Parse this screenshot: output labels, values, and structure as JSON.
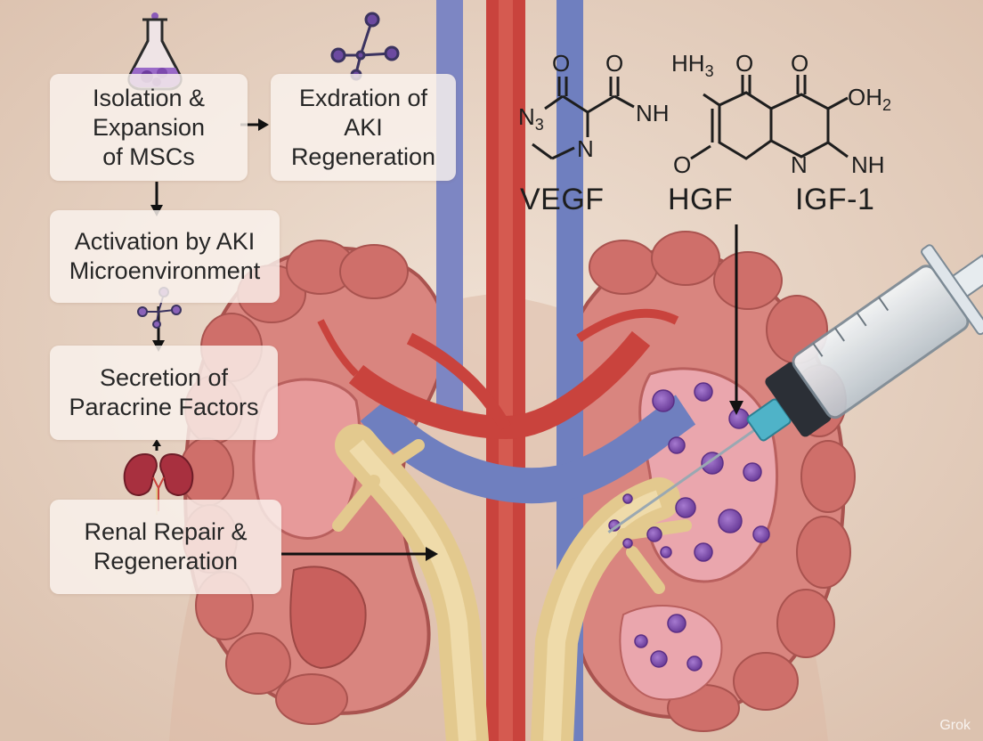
{
  "steps": {
    "isolation": "Isolation &\nExpansion\nof MSCs",
    "exploration": "Exdration of\nAKI\nRegeneration",
    "activation": "Activation by AKI\nMicroenvironment",
    "secretion": "Secretion of\nParacrine Factors",
    "repair": "Renal Repair &\nRegeneration"
  },
  "factors": {
    "vegf": "VEGF",
    "hgf": "HGF",
    "igf": "IGF-1"
  },
  "chemistry": {
    "vegf_structure": {
      "o1": "O",
      "o2": "O",
      "n3": "N",
      "n3_sub": "3",
      "nh": "NH",
      "n": "N"
    },
    "hgf_structure": {
      "h3": "HH",
      "h3_sub": "3",
      "o1": "O",
      "o2": "O",
      "oh2": "OH",
      "oh2_sub": "2",
      "o3": "O",
      "n": "N",
      "nh": "NH"
    }
  },
  "watermark": "Grok",
  "colors": {
    "background": "#e9d7c8",
    "kidney_tissue": "#d97f7c",
    "artery": "#c9433d",
    "vein": "#6f7fbf",
    "ureter": "#ead49a",
    "stem_cell": "#8a5ab8"
  },
  "icons": [
    "flask-icon",
    "molecule-icon",
    "kidney-icon",
    "syringe-icon",
    "stem-cell-icon"
  ]
}
